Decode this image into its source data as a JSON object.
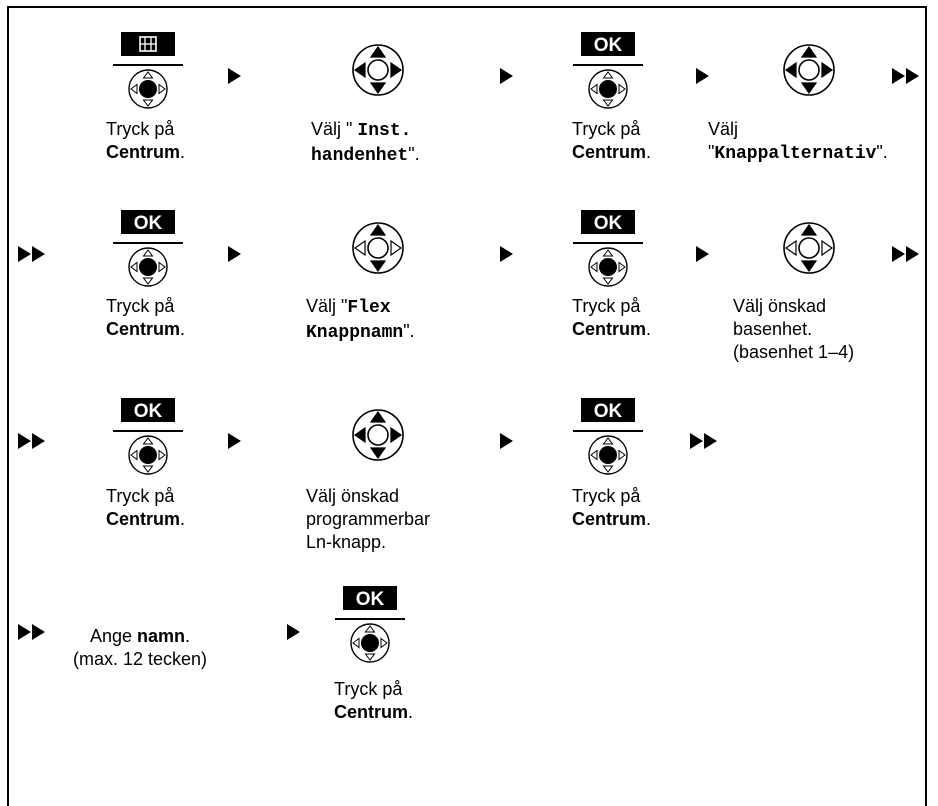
{
  "keys": {
    "ok_label": "OK"
  },
  "captions": {
    "press": "Tryck på",
    "centrum": "Centrum",
    "dot": ".",
    "valj": "Välj",
    "valj_q": "Välj \"",
    "quote_dot": "\".",
    "inst_a": "Inst.",
    "inst_b": "handenhet",
    "knapp_open": "\"",
    "knappalternativ": "Knappalternativ",
    "flex_a": "Flex",
    "flex_b": "Knappnamn",
    "base_1": "Välj önskad",
    "base_2": "basenhet.",
    "base_3": "(basenhet 1–4)",
    "prog_1": "Välj önskad",
    "prog_2": "programmerbar",
    "prog_3": "Ln-knapp.",
    "enter_a": "Ange ",
    "enter_b": "namn",
    "enter_c": "(max. 12 tecken)"
  }
}
